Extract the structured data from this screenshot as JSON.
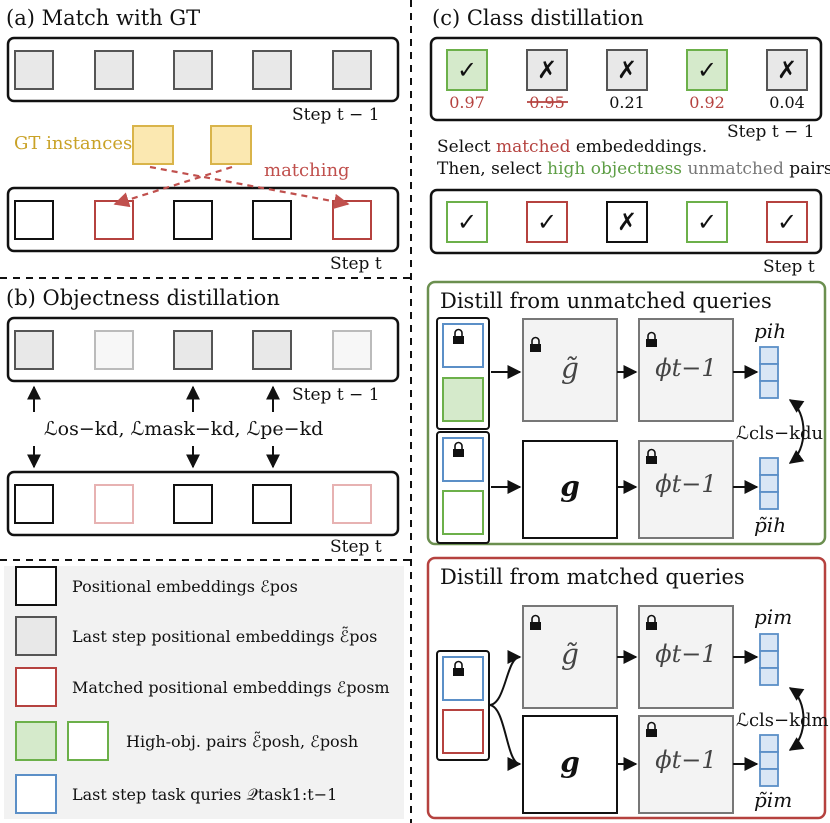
{
  "colors": {
    "gray_fill": "#e8e8e8",
    "faded_gray": "#f7f7f7",
    "gt_yellow": "#fbe8b1",
    "gt_border": "#d9b44a",
    "gt_text": "#c9a227",
    "matched_red": "#b5423f",
    "faded_red": "#e7b2b2",
    "green": "#6cb04a",
    "green_fill": "#d5eacb",
    "blue": "#5b8fc7",
    "blue_fill": "#d9e6f5",
    "legend_bg": "#f2f2f2"
  },
  "panel_a": {
    "title": "(a) Match with GT",
    "step_prev": "Step t − 1",
    "step_cur": "Step t",
    "gt_label": "GT instances",
    "matching_label": "matching"
  },
  "panel_b": {
    "title": "(b) Objectness distillation",
    "step_prev": "Step t − 1",
    "step_cur": "Step t",
    "loss_os": "ℒos−kd",
    "loss_mask": "ℒmask−kd",
    "loss_pe": "ℒpe−kd"
  },
  "panel_c": {
    "title": "(c) Class distillation",
    "step_prev": "Step t − 1",
    "step_cur": "Step t",
    "top_symbols": [
      "✓",
      "✗",
      "✗",
      "✓",
      "✗"
    ],
    "scores": [
      "0.97",
      "0.95",
      "0.21",
      "0.92",
      "0.04"
    ],
    "instr1_pre": "Select ",
    "instr1_hl": "matched",
    "instr1_post": " embededdings.",
    "instr2_pre": "Then, select ",
    "instr2_hl1": "high objectness",
    "instr2_hl2": " unmatched",
    "instr2_post": " pairs.",
    "bottom_symbols": [
      "✓",
      "✓",
      "✗",
      "✓",
      "✓"
    ]
  },
  "unmatched_panel": {
    "title": "Distill from unmatched queries",
    "g_tilde": "g̃",
    "g": "g",
    "phi": "ϕt−1",
    "p_top": "pih",
    "p_bot": "p̃ih",
    "loss": "ℒcls−kdu"
  },
  "matched_panel": {
    "title": "Distill from matched queries",
    "g_tilde": "g̃",
    "g": "g",
    "phi": "ϕt−1",
    "p_top": "pim",
    "p_bot": "p̃im",
    "loss": "ℒcls−kdm"
  },
  "legend": {
    "items": [
      "Positional embeddings ℰpos",
      "Last step positional embeddings ℰ̃pos",
      "Matched positional embeddings ℰposm",
      "High-obj. pairs ℰ̃posh, ℰposh",
      "Last step task quries 𝒬task1:t−1"
    ]
  }
}
